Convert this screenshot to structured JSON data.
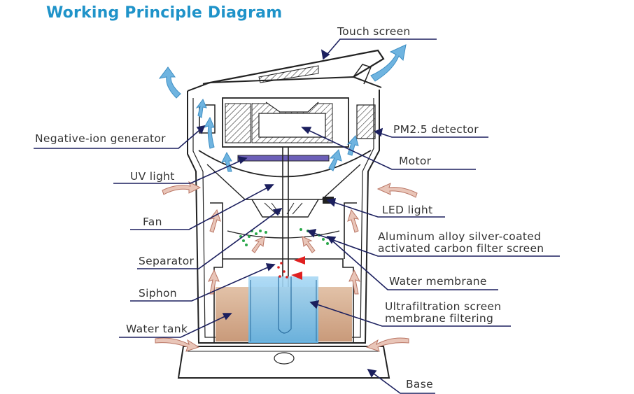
{
  "title": "Working Principle Diagram",
  "labels": {
    "touch_screen": "Touch screen",
    "negative_ion_generator": "Negative-ion generator",
    "pm25_detector": "PM2.5 detector",
    "motor": "Motor",
    "uv_light": "UV light",
    "led_light": "LED light",
    "fan": "Fan",
    "filter_line1": "Aluminum alloy silver-coated",
    "filter_line2": "activated carbon filter screen",
    "separator": "Separator",
    "water_membrane": "Water membrane",
    "siphon": "Siphon",
    "ultra_line1": "Ultrafiltration screen",
    "ultra_line2": "membrane filtering",
    "water_tank": "Water tank",
    "base": "Base"
  },
  "colors": {
    "title": "#1f93c9",
    "leader": "#1b1f5e",
    "outline": "#222222",
    "water": "#8cc8ec",
    "sediment": "#d8b49a",
    "air_in": "#c98a7a",
    "air_out": "#6fb4e0",
    "filter_dots": "#2aa84a",
    "red_arrow": "#e02020"
  }
}
